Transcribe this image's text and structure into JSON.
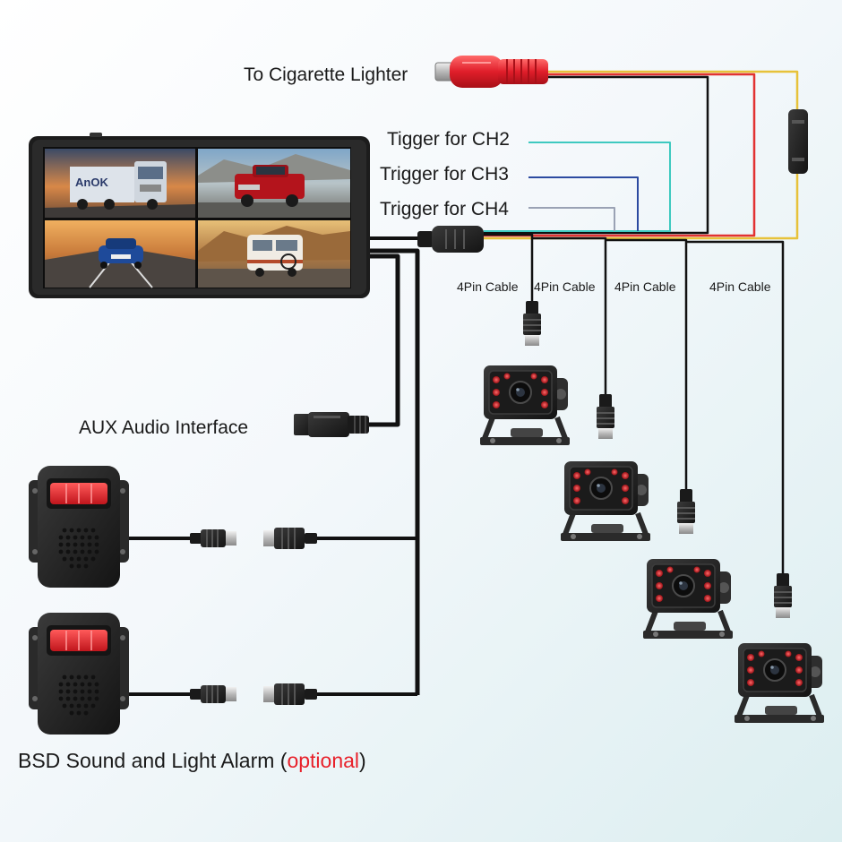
{
  "labels": {
    "cigarette": "To Cigarette Lighter",
    "trigger_ch2": "Tigger for CH2",
    "trigger_ch3": "Trigger for CH3",
    "trigger_ch4": "Trigger for CH4",
    "aux": "AUX Audio Interface",
    "alarm_prefix": "BSD Sound and Light Alarm (",
    "alarm_optional": "optional",
    "alarm_suffix": ")",
    "pin_cable": "4Pin Cable",
    "truck_plate": "AnOK"
  },
  "colors": {
    "accent_optional": "#e8202a",
    "power_red": "#e23232",
    "power_yellow": "#e7c23a",
    "wire_black": "#111111",
    "trigger_ch2": "#3ec9c0",
    "trigger_ch3": "#2c4aa0",
    "trigger_ch4": "#9aa2b4",
    "camera_body": "#222222",
    "ir_led": "#c8252b"
  },
  "icons": {
    "monitor": "quad-view-monitor",
    "camera": "ir-backup-camera-icon",
    "alarm": "bsd-alarm-speaker-icon",
    "connector": "4pin-aviation-connector-icon",
    "plug": "cigarette-lighter-plug-icon",
    "aux_jack": "aux-audio-jack-icon"
  },
  "monitor_views": [
    {
      "name": "truck-view"
    },
    {
      "name": "pickup-view"
    },
    {
      "name": "car-view"
    },
    {
      "name": "rv-view"
    }
  ]
}
